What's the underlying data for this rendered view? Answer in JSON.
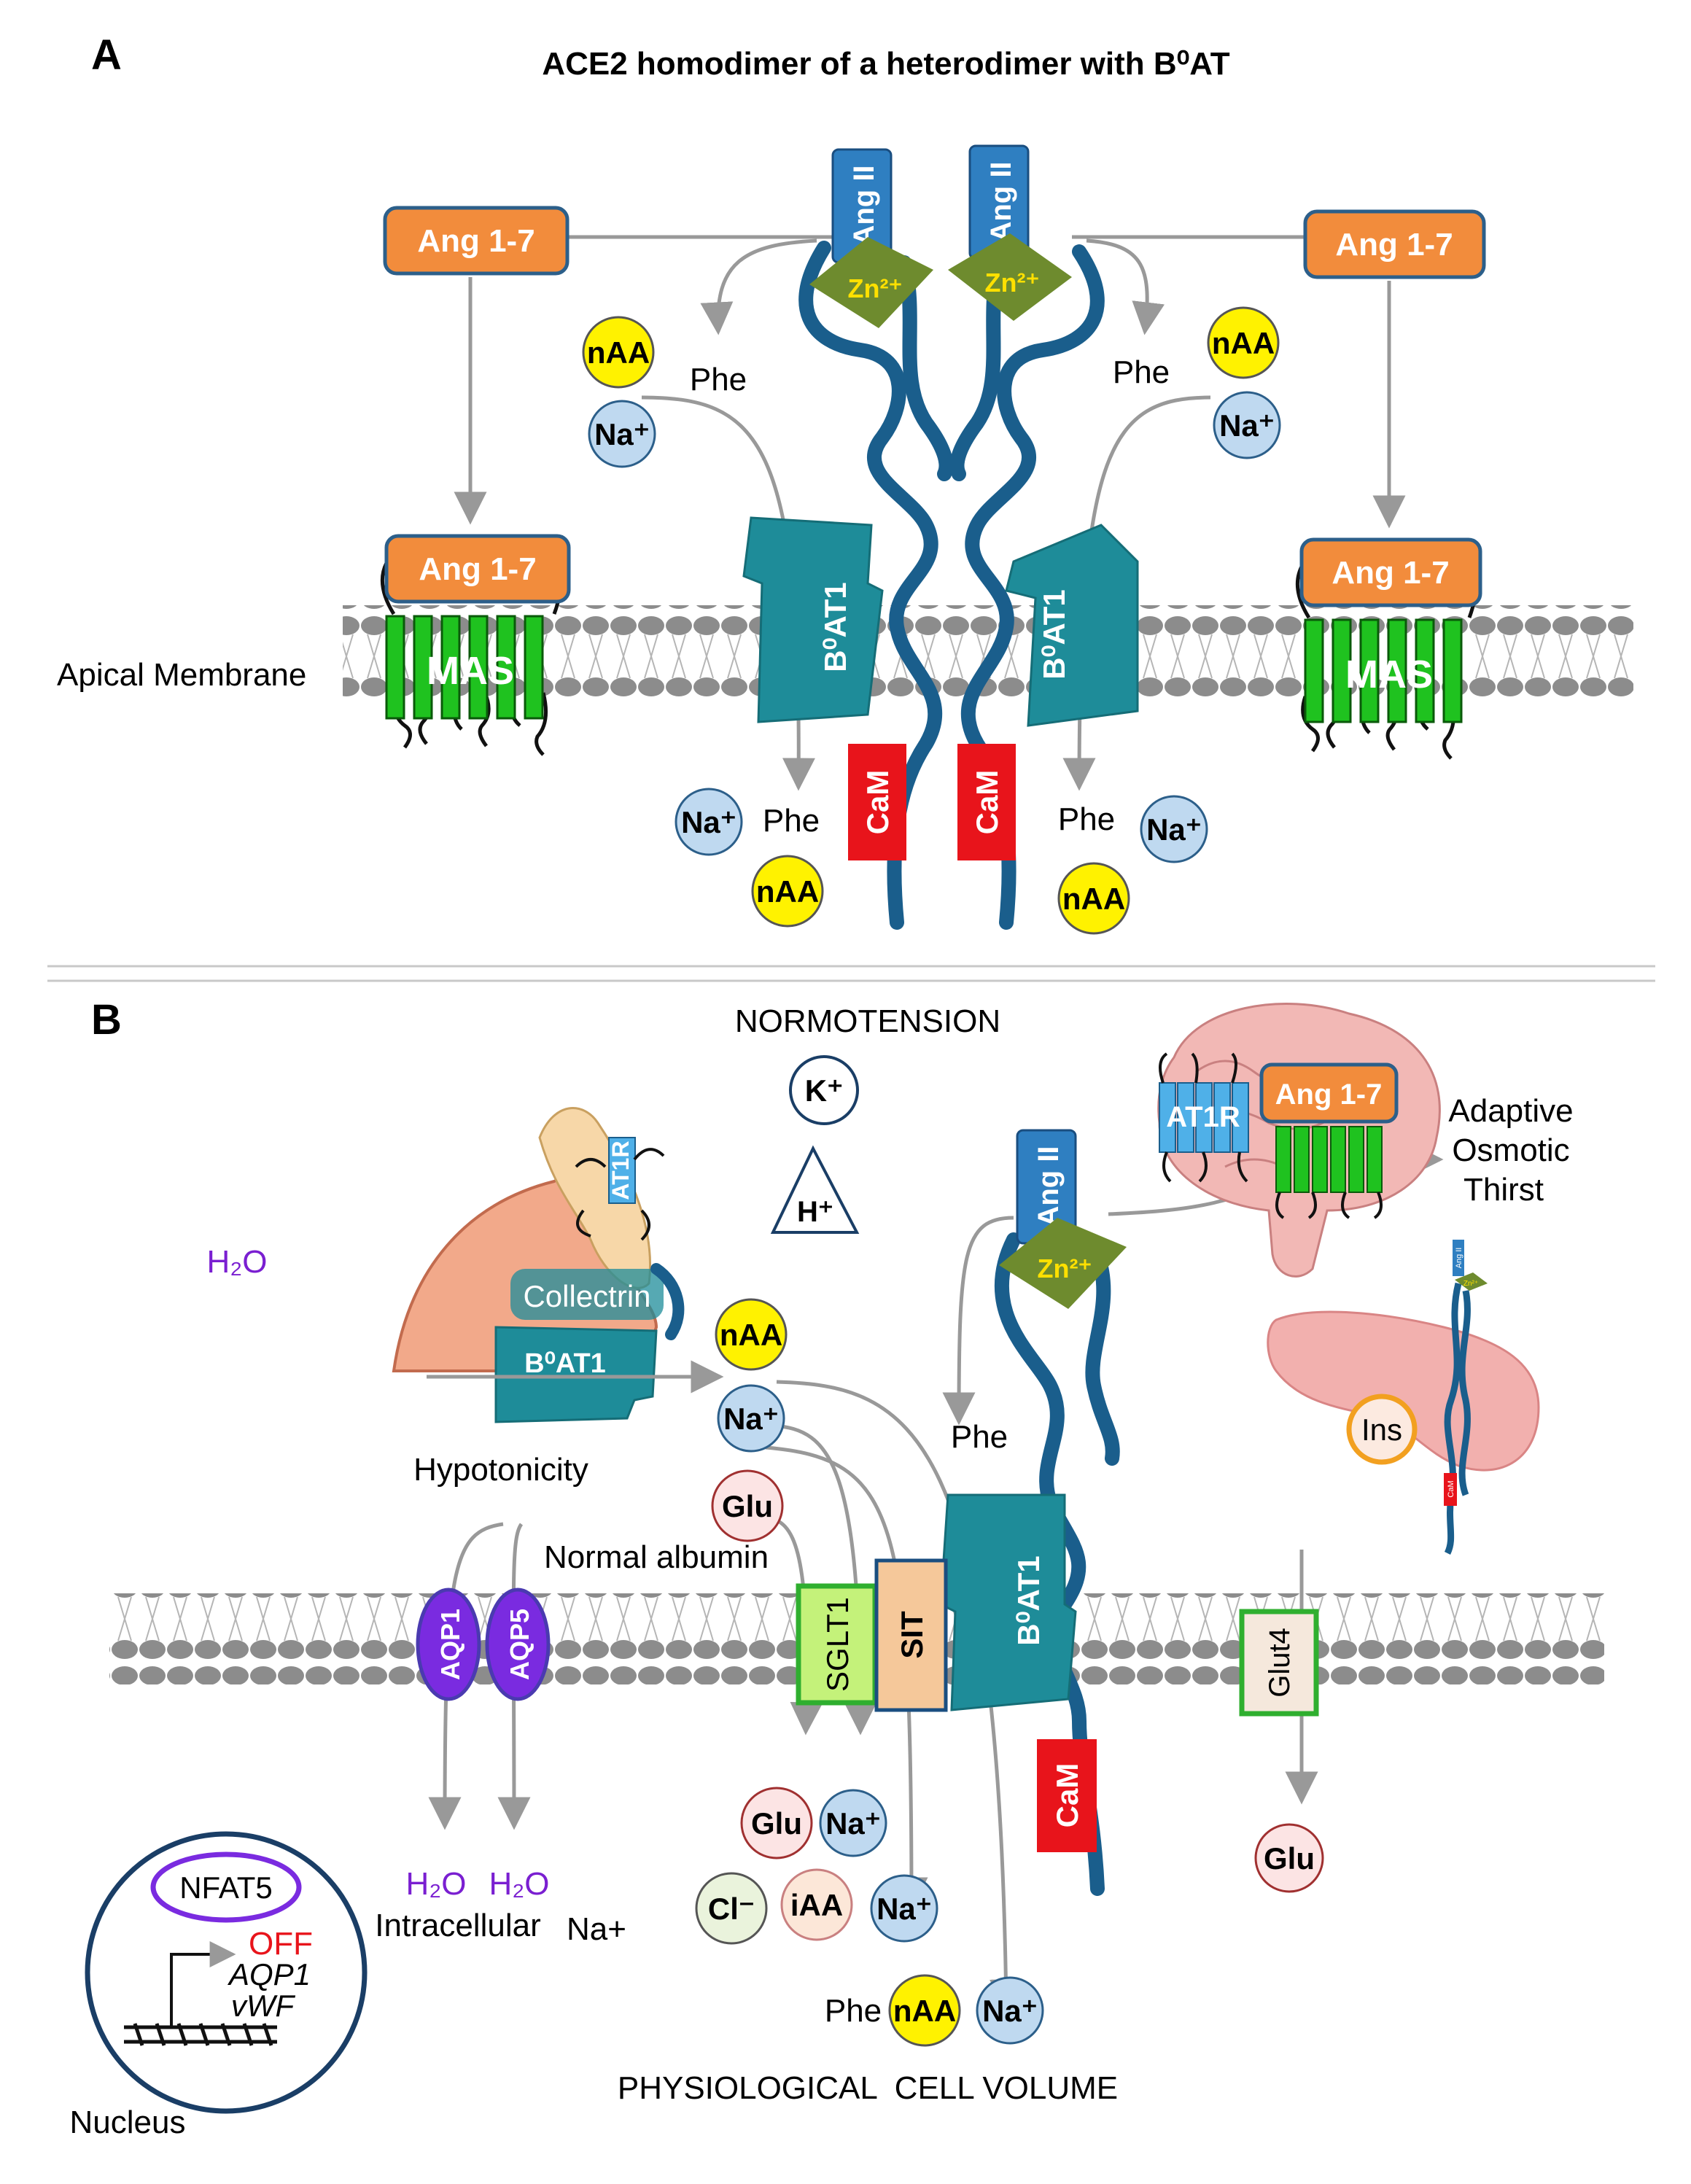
{
  "panel_a": {
    "letter": "A",
    "title": "ACE2 homodimer of a heterodimer with B⁰AT",
    "ang17_top_left": "Ang 1-7",
    "ang17_top_right": "Ang 1-7",
    "ang17_mem_left": "Ang 1-7",
    "ang17_mem_right": "Ang 1-7",
    "angii_left": "Ang II",
    "angii_right": "Ang II",
    "zn_left": "Zn²⁺",
    "zn_right": "Zn²⁺",
    "naa_ul": "nAA",
    "na_ul": "Na⁺",
    "naa_ur": "nAA",
    "na_ur": "Na⁺",
    "phe_ul": "Phe",
    "phe_ur": "Phe",
    "membrane_label": "Apical Membrane",
    "mas_left": "MAS",
    "mas_right": "MAS",
    "b0at1_left": "B⁰AT1",
    "b0at1_right": "B⁰AT1",
    "cam_left": "CaM",
    "cam_right": "CaM",
    "na_ll": "Na⁺",
    "phe_ll": "Phe",
    "naa_ll": "nAA",
    "phe_lr": "Phe",
    "na_lr": "Na⁺",
    "naa_lr": "nAA"
  },
  "panel_b": {
    "letter": "B",
    "normotension": "NORMOTENSION",
    "k": "K⁺",
    "h": "H⁺",
    "h2o_left": "H₂O",
    "at1r_kidney": "AT1R",
    "collectrin": "Collectrin",
    "b0at1_kidney": "B⁰AT1",
    "naa_mid": "nAA",
    "na_mid": "Na⁺",
    "hypotonicity": "Hypotonicity",
    "glu_upper": "Glu",
    "normal_albumin": "Normal albumin",
    "aqp1": "AQP1",
    "aqp5": "AQP5",
    "sglt1": "SGLT1",
    "sit": "SIT",
    "b0at1_mem": "B⁰AT1",
    "angii": "Ang II",
    "zn": "Zn²⁺",
    "phe_mid": "Phe",
    "cam": "CaM",
    "at1r_brain": "AT1R",
    "ang17_brain": "Ang 1-7",
    "adaptive": [
      "Adaptive",
      "Osmotic",
      "Thirst"
    ],
    "ins": "Ins",
    "glut4": "Glut4",
    "glu_right": "Glu",
    "mini_ace2": [
      "Ang II",
      "Zn²⁺",
      "CaM"
    ],
    "h2o_a": "H₂O",
    "h2o_b": "H₂O",
    "intracellular": "Intracellular",
    "na_plus": "Na+",
    "glu_low": "Glu",
    "na_low1": "Na⁺",
    "cl": "Cl⁻",
    "iaa": "iAA",
    "na_low2": "Na⁺",
    "phe_bottom": "Phe",
    "naa_bottom": "nAA",
    "na_bottom": "Na⁺",
    "physiological": "PHYSIOLOGICAL  CELL VOLUME",
    "nfat5": "NFAT5",
    "off": "OFF",
    "aqp1_gene": "AQP1",
    "vwf_gene": "vWF",
    "nucleus": "Nucleus"
  },
  "colors": {
    "ang_orange": "#F28C3C",
    "ang_border": "#2C5F8A",
    "ace2_blue": "#1A5E8C",
    "angii_blue": "#2F7FC1",
    "zn_green": "#6E8B2E",
    "zn_text": "#FFE000",
    "b0at1_teal": "#1E8C99",
    "cam_red": "#E8141B",
    "mas_green": "#1FC21F",
    "yellow_ion": "#FFF200",
    "na_blue": "#BFD9F0",
    "aqp_purple": "#7A2BE0",
    "h2o_purple": "#7A1FD1",
    "off_red": "#E8141B",
    "membrane_gray": "#8C8C8C"
  }
}
